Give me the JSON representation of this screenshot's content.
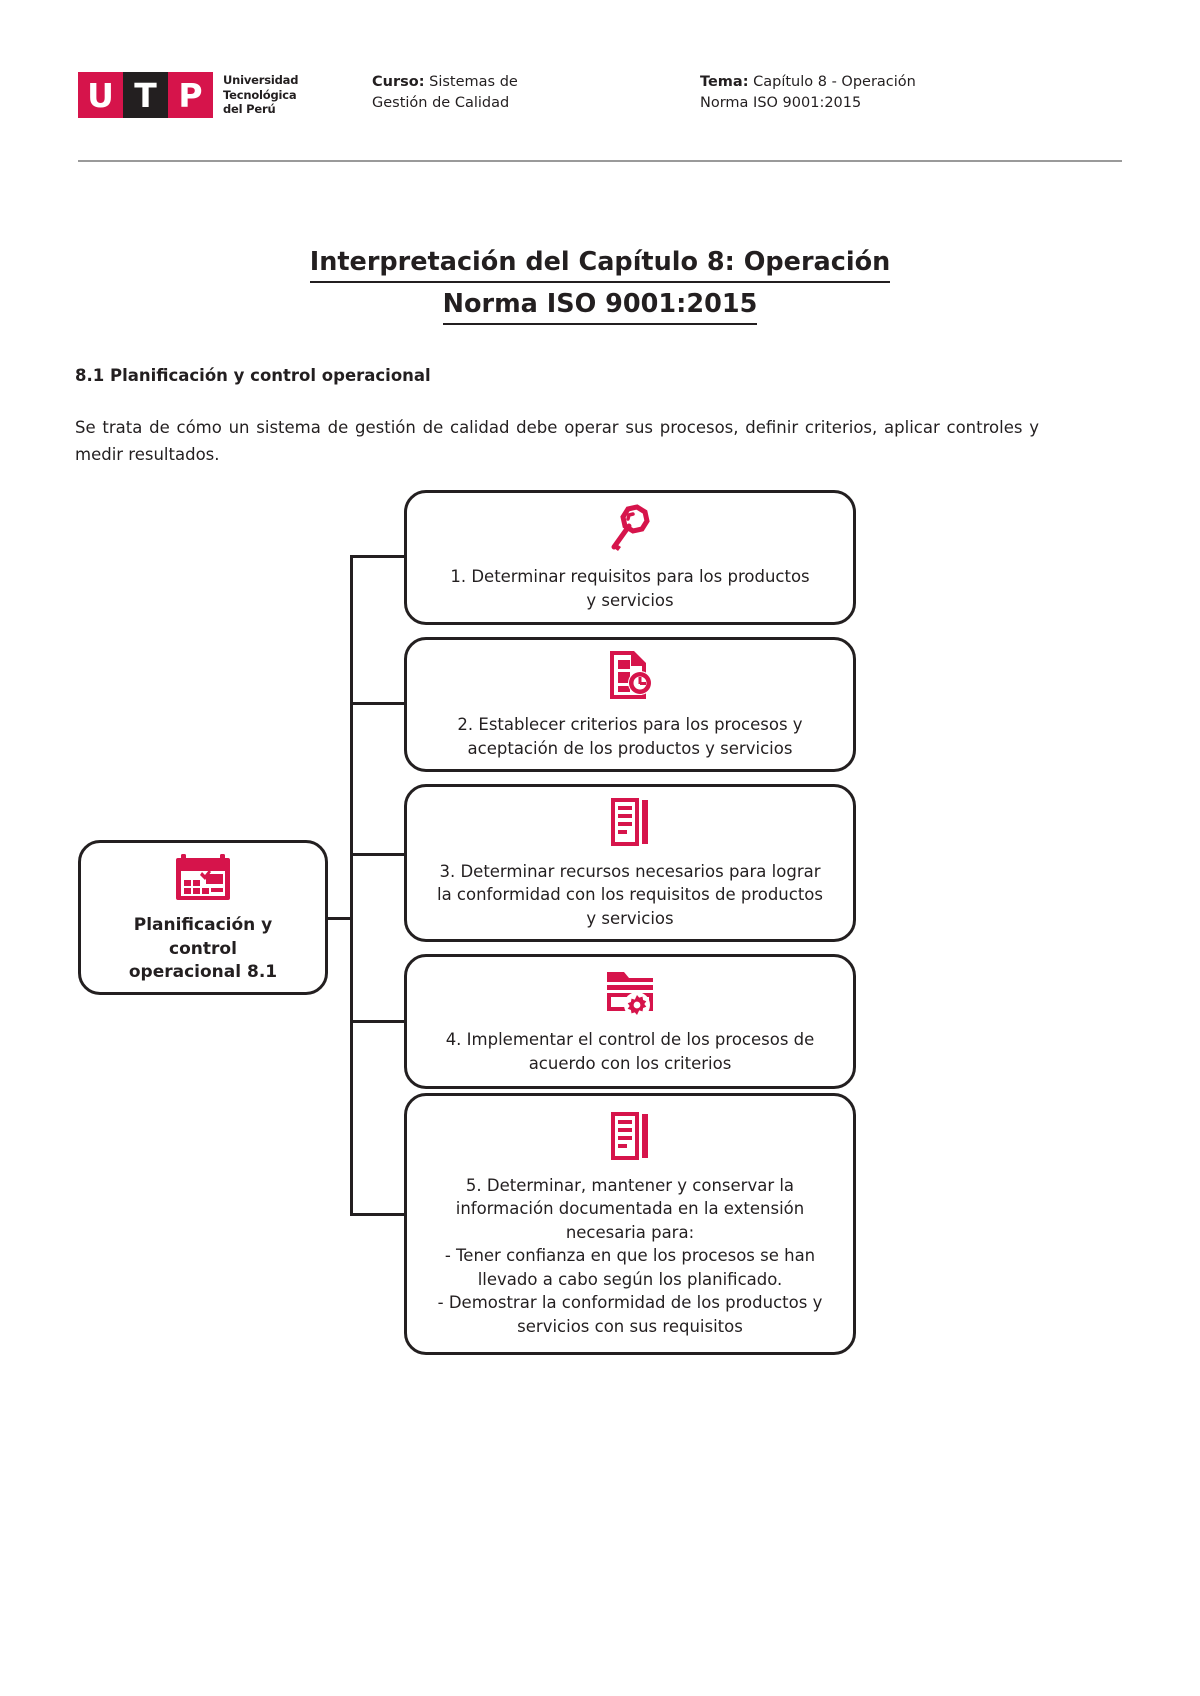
{
  "header": {
    "logo": {
      "letters": [
        "U",
        "T",
        "P"
      ],
      "name_line1": "Universidad",
      "name_line2": "Tecnológica",
      "name_line3": "del Perú",
      "red": "#d6144b",
      "black": "#231f20"
    },
    "curso_label": "Curso:",
    "curso_value_line1": " Sistemas de",
    "curso_value_line2": "Gestión de Calidad",
    "tema_label": "Tema:",
    "tema_value_line1": " Capítulo 8 - Operación",
    "tema_value_line2": "Norma ISO 9001:2015"
  },
  "title": {
    "line1": "Interpretación del Capítulo 8: Operación",
    "line2": "Norma ISO 9001:2015"
  },
  "section": {
    "heading": "8.1 Planificación y control operacional",
    "paragraph": "Se trata de cómo un sistema de gestión de calidad debe operar sus procesos, definir criterios, aplicar controles y medir resultados."
  },
  "diagram": {
    "accent_color": "#d6144b",
    "line_color": "#231f20",
    "root": {
      "icon": "calendar-icon",
      "label_line1": "Planificación y control",
      "label_line2": "operacional 8.1"
    },
    "nodes": [
      {
        "id": 1,
        "icon": "magnifier-icon",
        "lines": [
          "1. Determinar requisitos para los productos",
          "y servicios"
        ]
      },
      {
        "id": 2,
        "icon": "document-clock-icon",
        "lines": [
          "2. Establecer criterios para los procesos y",
          "aceptación de los productos y servicios"
        ]
      },
      {
        "id": 3,
        "icon": "book-document-icon",
        "lines": [
          "3. Determinar recursos necesarios para lograr",
          "la conformidad con los requisitos de productos",
          "y servicios"
        ]
      },
      {
        "id": 4,
        "icon": "folder-gear-icon",
        "lines": [
          "4. Implementar el control de los procesos de",
          "acuerdo con los criterios"
        ]
      },
      {
        "id": 5,
        "icon": "book-document-icon",
        "lines": [
          "5. Determinar, mantener y conservar la",
          "información documentada en la extensión",
          "necesaria para:",
          "- Tener confianza en que los procesos se han",
          "llevado a cabo según los planificado.",
          "- Demostrar la conformidad de los productos y",
          "servicios con sus requisitos"
        ]
      }
    ]
  }
}
